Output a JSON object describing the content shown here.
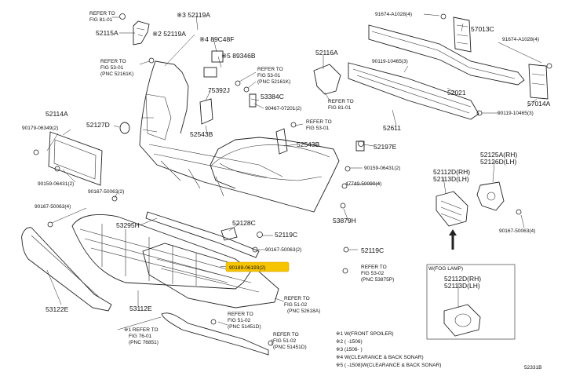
{
  "labels": {
    "refer_fig8101_a_l1": "REFER TO",
    "refer_fig8101_a_l2": "FIG 81-01",
    "p52115a": "52115A",
    "n1_52119a": "※3 52119A",
    "n2_52119a": "※2 52119A",
    "n4_89c48f": "※4 89C48F",
    "n5_89346b": "※5 89346B",
    "refer_5301_a_l1": "REFER TO",
    "refer_5301_a_l2": "FIG 53-01",
    "refer_5301_a_l3": "(PNC 52161K)",
    "refer_5301_b_l1": "REFER TO",
    "refer_5301_b_l2": "FIG 53-01",
    "refer_5301_b_l3": "(PNC 52161K)",
    "p75392j": "75392J",
    "p53384c": "53384C",
    "p90467_07201": "90467-07201(2)",
    "refer_5301_c_l1": "REFER TO",
    "refer_5301_c_l2": "FIG 53-01",
    "p52543b_a": "52543B",
    "p52543b_b": "52543B",
    "p52114a": "52114A",
    "p90179_06349": "90179-06349(2)",
    "p52127d": "52127D",
    "p90159_06431_a": "90159-06431(2)",
    "p90167_50063_a": "90167-50063(2)",
    "p90167_50063_b": "90167-50063(4)",
    "p53295h": "53295H",
    "p52128c": "52128C",
    "p52119c_a": "52119C",
    "p90167_50063_c": "90167-50063(2)",
    "p90189_06193": "90189-06193(2)",
    "p53122e": "53122E",
    "p53112e": "53112E",
    "refer_7601_l1": "※1 REFER TO",
    "refer_7601_l2": "FIG 76-01",
    "refer_7601_l3": "(PNC 76851)",
    "refer_5102_a_l1": "REFER TO",
    "refer_5102_a_l2": "FIG 51-02",
    "refer_5102_a_l3": "(PNC 52618A)",
    "refer_5102_b_l1": "REFER TO",
    "refer_5102_b_l2": "FIG 51-02",
    "refer_5102_b_l3": "(PNC 51451D)",
    "refer_5102_c_l1": "REFER TO",
    "refer_5102_c_l2": "FIG 51-02",
    "refer_5102_c_l3": "(PNC 51451D)",
    "p52116a": "52116A",
    "refer_8101_b_l1": "REFER TO",
    "refer_8101_b_l2": "FIG 81-01",
    "p91674_a1028_a": "91674-A1028(4)",
    "p57013c": "57013C",
    "p91674_a1028_b": "91674-A1028(4)",
    "p90119_10465_a": "90119-10465(3)",
    "p52021": "52021",
    "p57014a": "57014A",
    "p90119_10465_b": "90119-10465(3)",
    "p52611": "52611",
    "p52197e": "52197E",
    "p90159_06431_b": "90159-06431(2)",
    "p47749_50090": "47749-50090(4)",
    "p53879h": "53879H",
    "p52125a": "52125A(RH)",
    "p52126d": "52126D(LH)",
    "p52112d_a": "52112D(RH)",
    "p52113d_a": "52113D(LH)",
    "p90167_50063_d": "90167-50063(4)",
    "p52119c_b": "52119C",
    "refer_5302_l1": "REFER TO",
    "refer_5302_l2": "FIG 53-02",
    "refer_5302_l3": "(PNC 53875P)",
    "fog_lamp": "W(FOG LAMP)",
    "p52112d_b": "52112D(RH)",
    "p52113d_b": "52113D(LH)",
    "note1": "※1 W(FRONT SPOILER)",
    "note2": "※2 (      -1506)",
    "note3": "※3 (1506-      )",
    "note4": "※4 W(CLEARANCE & BACK SONAR)",
    "note5": "※5 (      -1508)W(CLEARANCE & BACK SONAR)",
    "diagram_id": "52331B"
  },
  "colors": {
    "highlight": "#f6c400",
    "line": "#222222"
  },
  "icons": [
    "bolt-icon",
    "clip-icon",
    "arrow-up-icon"
  ]
}
